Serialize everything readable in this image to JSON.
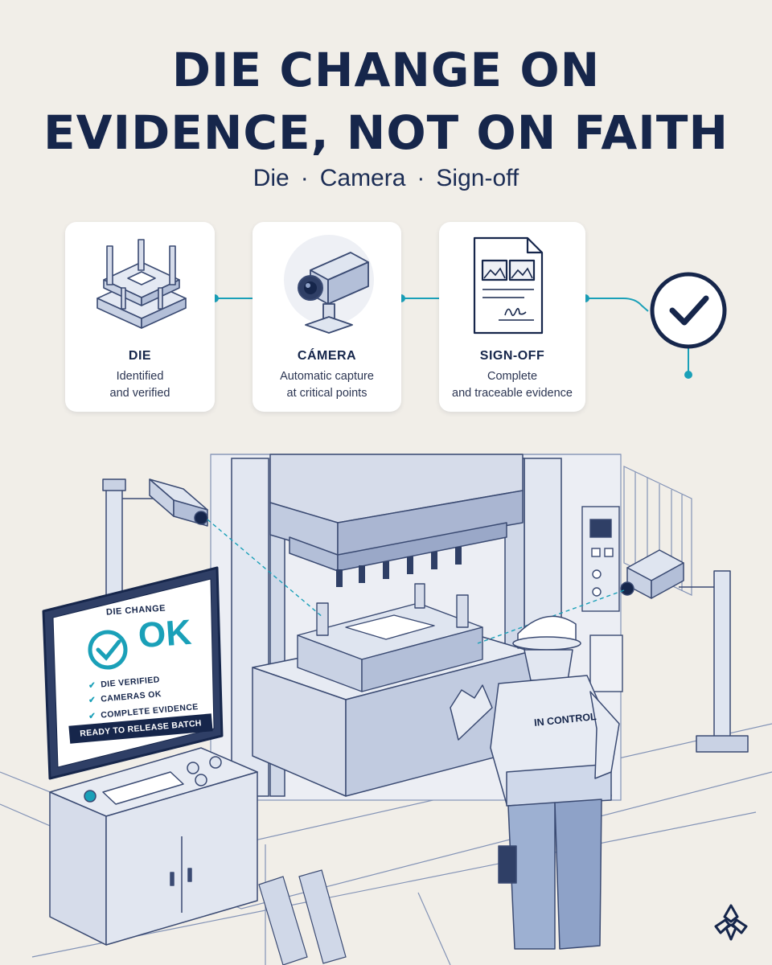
{
  "header": {
    "title_line1": "DIE CHANGE ON",
    "title_line2": "EVIDENCE, NOT ON FAITH",
    "subtitle_parts": [
      "Die",
      "Camera",
      "Sign-off"
    ],
    "separator": "·"
  },
  "cards": [
    {
      "icon": "die-mold-icon",
      "title": "DIE",
      "desc_line1": "Identified",
      "desc_line2": "and verified"
    },
    {
      "icon": "camera-icon",
      "title": "CÁMERA",
      "desc_line1": "Automatic capture",
      "desc_line2": "at critical points"
    },
    {
      "icon": "document-signature-icon",
      "title": "SIGN-OFF",
      "desc_line1": "Complete",
      "desc_line2": "and traceable evidence"
    }
  ],
  "flow_end_icon": "checkmark-circle-icon",
  "monitor": {
    "title": "DIE CHANGE",
    "status": "OK",
    "checks": [
      "DIE VERIFIED",
      "CAMERAS OK",
      "COMPLETE EVIDENCE"
    ],
    "banner": "READY TO RELEASE BATCH"
  },
  "worker": {
    "vest_text": "IN CONTROL"
  },
  "colors": {
    "navy": "#16264b",
    "teal": "#1aa0b8",
    "background": "#f1eee8",
    "line": "#6f82a8"
  },
  "logo_icon": "flower-logo-icon"
}
